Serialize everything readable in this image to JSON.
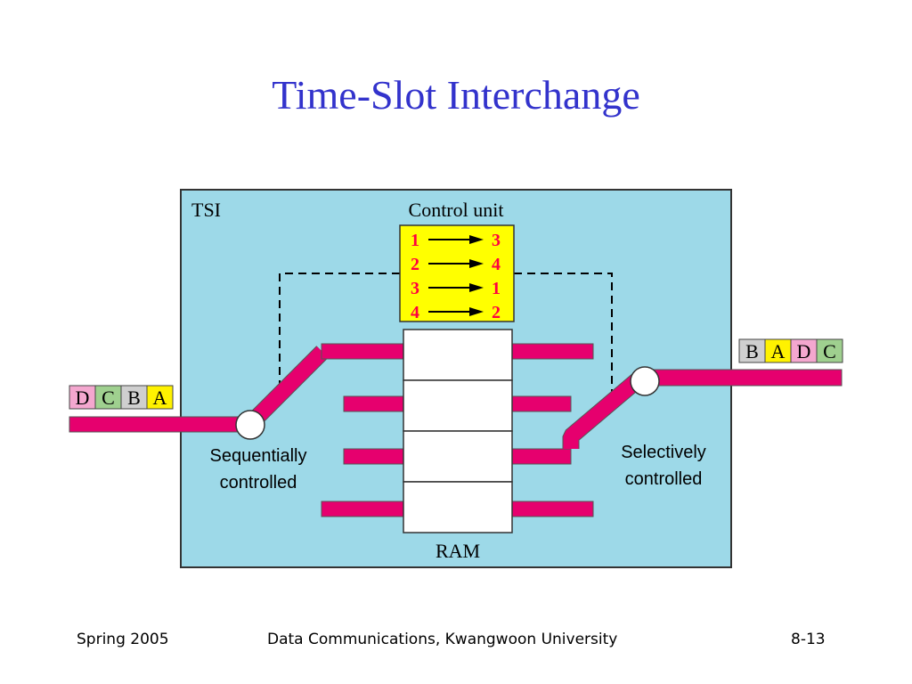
{
  "slide": {
    "title": "Time-Slot Interchange"
  },
  "diagram": {
    "tsi_label": "TSI",
    "control_unit_label": "Control unit",
    "ram_label": "RAM",
    "left_switch_label": [
      "Sequentially",
      "controlled"
    ],
    "right_switch_label": [
      "Selectively",
      "controlled"
    ],
    "mapping": [
      {
        "from": "1",
        "to": "3"
      },
      {
        "from": "2",
        "to": "4"
      },
      {
        "from": "3",
        "to": "1"
      },
      {
        "from": "4",
        "to": "2"
      }
    ],
    "input_frame": [
      {
        "letter": "D",
        "color": "#f4a7cf"
      },
      {
        "letter": "C",
        "color": "#9fd08f"
      },
      {
        "letter": "B",
        "color": "#cfcfcf"
      },
      {
        "letter": "A",
        "color": "#fff200"
      }
    ],
    "output_frame": [
      {
        "letter": "B",
        "color": "#cfcfcf"
      },
      {
        "letter": "A",
        "color": "#fff200"
      },
      {
        "letter": "D",
        "color": "#f4a7cf"
      },
      {
        "letter": "C",
        "color": "#9fd08f"
      }
    ],
    "colors": {
      "box_fill": "#9dd9e8",
      "line_color": "#e6006e",
      "control_fill": "#ffff00",
      "mapping_text": "#ff0040"
    }
  },
  "footer": {
    "left": "Spring 2005",
    "center": "Data Communications, Kwangwoon University",
    "right": "8-13"
  }
}
